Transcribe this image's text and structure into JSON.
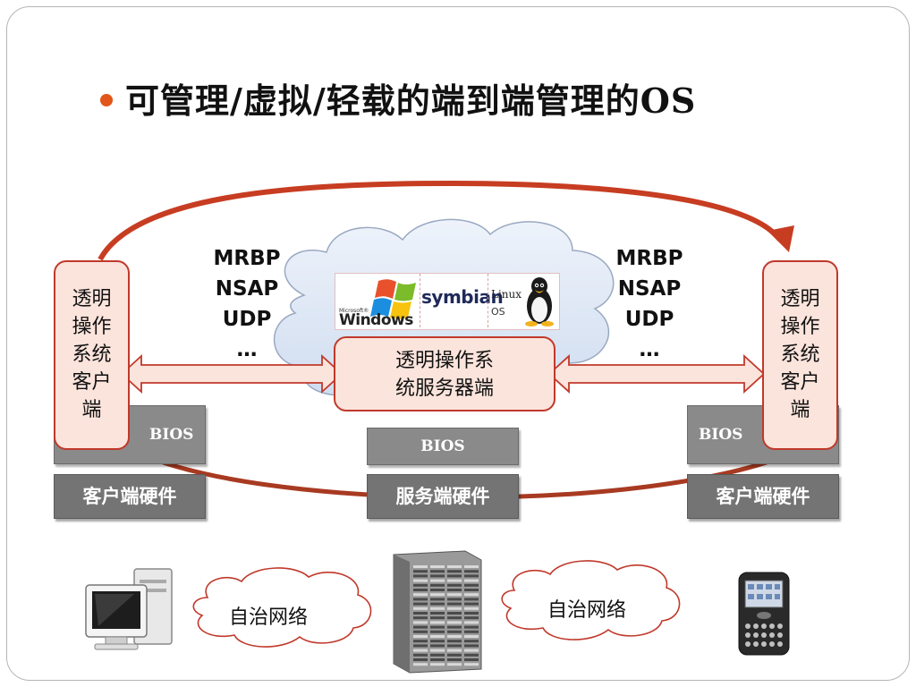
{
  "title": "可管理/虚拟/轻载的端到端管理的OS",
  "client_os_label": "透明操作系统客户端",
  "server_os_label": "透明操作系统服务器端",
  "protocols": [
    "MRBP",
    "NSAP",
    "UDP",
    "…"
  ],
  "bios_label": "BIOS",
  "client_hw_label": "客户端硬件",
  "server_hw_label": "服务端硬件",
  "network_label": "自治网络",
  "os_logos": {
    "windows_small": "Microsoft®",
    "windows": "Windows",
    "symbian": "symbian",
    "linux": "Linux",
    "linux_os": "OS"
  },
  "colors": {
    "accent": "#c0392b",
    "os_box_fill": "#fbe4dc",
    "hardware_fill": "#747474",
    "cloud_fill": "#dde8f6",
    "bullet": "#e2561a"
  },
  "icons": [
    "desktop-computer-icon",
    "server-rack-icon",
    "smartphone-icon",
    "tux-penguin-icon",
    "windows-flag-icon"
  ]
}
